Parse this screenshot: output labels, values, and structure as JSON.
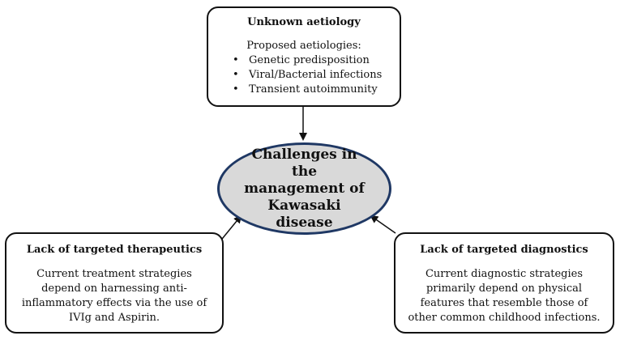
{
  "center": {
    "label": "Challenges in the management of Kawasaki disease"
  },
  "top_box": {
    "title": "Unknown aetiology",
    "subtitle": "Proposed aetiologies:",
    "bullets": [
      "Genetic predisposition",
      "Viral/Bacterial infections",
      "Transient autoimmunity"
    ]
  },
  "left_box": {
    "title": "Lack of targeted therapeutics",
    "body": "Current treatment strategies depend on harnessing anti-inflammatory effects via the use of IVIg and Aspirin."
  },
  "right_box": {
    "title": "Lack of targeted diagnostics",
    "body": "Current diagnostic strategies primarily depend on physical features that resemble those of other common childhood infections."
  },
  "colors": {
    "ellipse_fill": "#d9d9d9",
    "ellipse_border": "#1f3864",
    "box_border": "#111111"
  }
}
